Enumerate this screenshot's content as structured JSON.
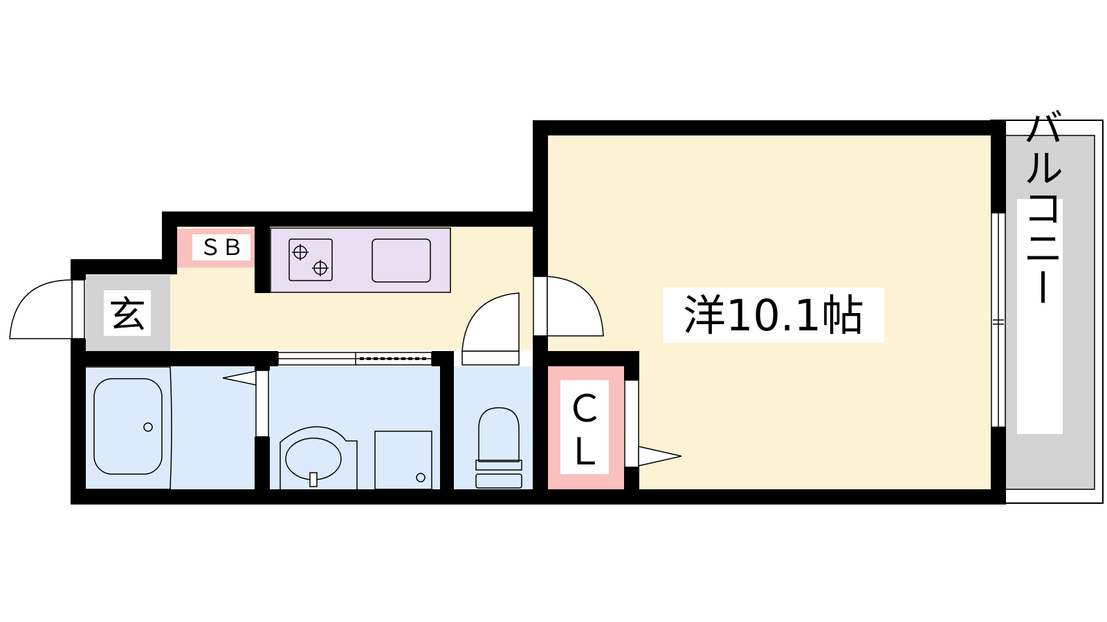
{
  "rooms": {
    "western_room": "洋10.1帖",
    "balcony": "バルコニー",
    "entrance": "玄",
    "shoe_box": "ＳＢ",
    "closet_line1": "Ｃ",
    "closet_line2": "Ｌ"
  },
  "colors": {
    "wall": "#000000",
    "room_beige": "#fdf2d4",
    "wet_area_blue": "#dcebfb",
    "kitchen_lilac": "#eadff2",
    "storage_pink": "#fac0c0",
    "entrance_gray": "#d3d3d3",
    "balcony_gray": "#d3d3d3"
  }
}
